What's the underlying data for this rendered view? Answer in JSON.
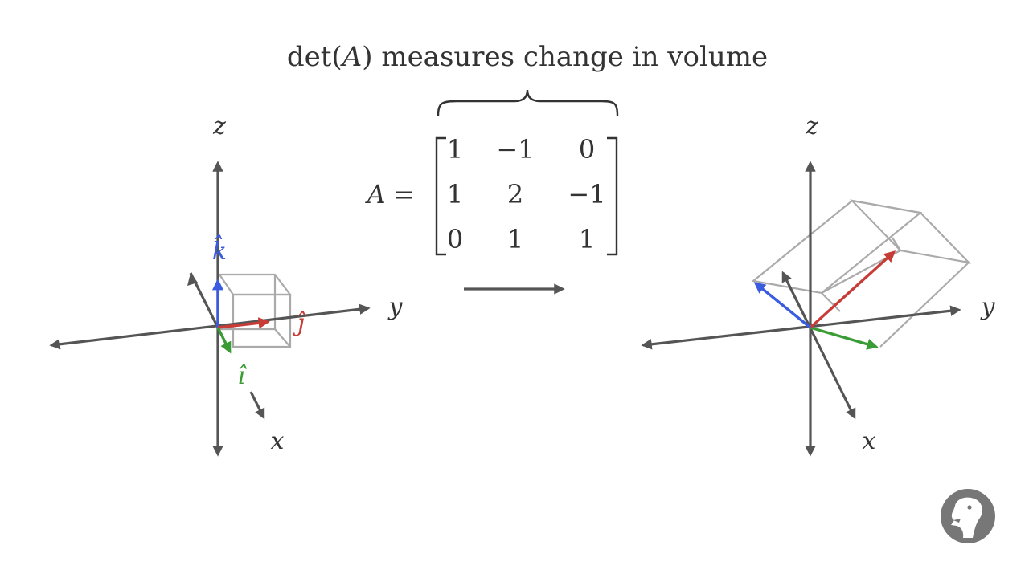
{
  "title": {
    "prefix": "det",
    "paren_open": "(",
    "var": "A",
    "paren_close": ")",
    "suffix": " measures change in volume"
  },
  "matrix": {
    "name": "A",
    "equals": "=",
    "rows": [
      [
        "1",
        "−1",
        "0"
      ],
      [
        "1",
        "2",
        "−1"
      ],
      [
        "0",
        "1",
        "1"
      ]
    ]
  },
  "axes": {
    "x": "x",
    "y": "y",
    "z": "z"
  },
  "basis_labels": {
    "i": "î",
    "j": "ĵ",
    "k": "k̂"
  },
  "colors": {
    "i": "#3a9c35",
    "j": "#c83c38",
    "k": "#3c5ce0",
    "axis": "#555555",
    "cube": "#aaaaaa",
    "logo": "#777777"
  },
  "logo": {
    "icon": "dinosaur-logo-icon"
  }
}
